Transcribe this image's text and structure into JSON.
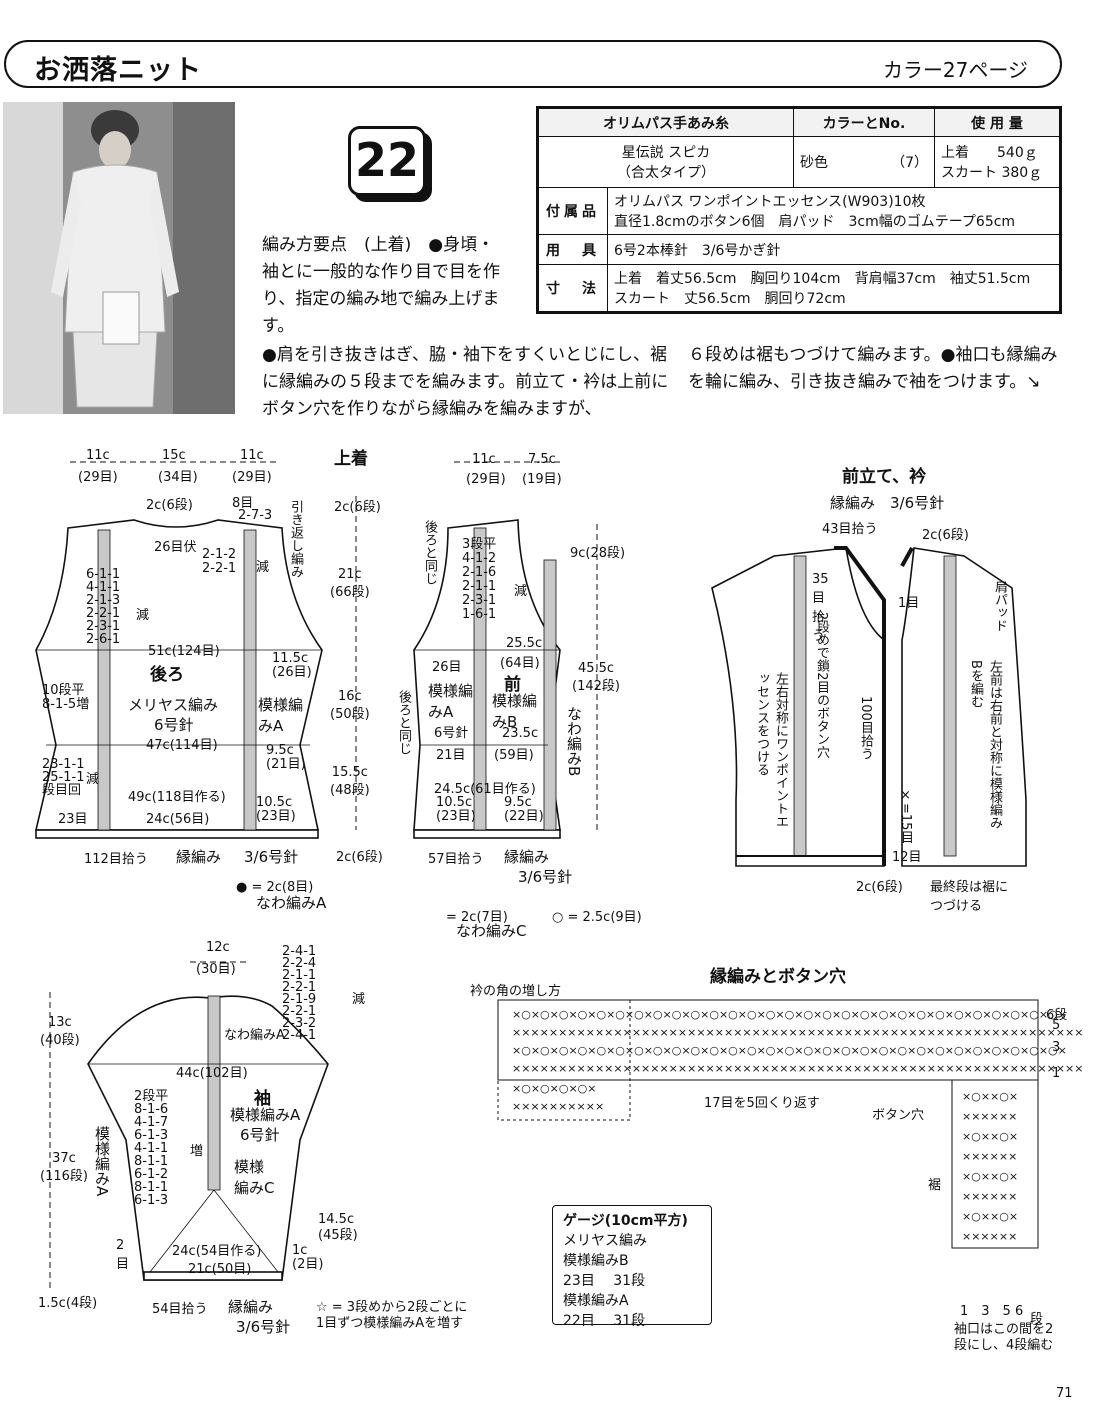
{
  "header": {
    "title": "お洒落ニット",
    "color_page": "カラー27ページ"
  },
  "pattern_number": "22",
  "spec_table": {
    "col1_header": "オリムパス手あみ糸",
    "col2_header": "カラーとNo.",
    "col3_header": "使 用 量",
    "yarn_name": "星伝説 スピカ",
    "yarn_type": "（合太タイプ）",
    "color": "砂色",
    "color_no": "（7）",
    "usage_top": "上着　　540ｇ",
    "usage_skirt": "スカート 380ｇ",
    "accessories_label": "付属品",
    "accessories_1": "オリムパス ワンポイントエッセンス(W903)10枚",
    "accessories_2": "直径1.8cmのボタン6個　肩パッド　3cm幅のゴムテープ65cm",
    "tools_label": "用　具",
    "tools": "6号2本棒針　3/6号かぎ針",
    "size_label": "寸　法",
    "size_top": "上着　着丈56.5cm　胸回り104cm　背肩幅37cm　袖丈51.5cm",
    "size_skirt": "スカート　丈56.5cm　胴回り72cm"
  },
  "instructions": {
    "p1": "編み方要点　(上着)　●身頃・袖とに一般的な作り目で目を作り、指定の編み地で編み上げます。",
    "p2": "●肩を引き抜きはぎ、脇・袖下をすくいとじにし、裾に縁編みの５段までを編みます。前立て・衿は上前にボタン穴を作りながら縁編みを編みますが、",
    "p3": "６段めは裾もつづけて編みます。●袖口も縁編みを輪に編み、引き抜き編みで袖をつけます。↘"
  },
  "body_diagram": {
    "title": "上着",
    "back": {
      "label": "後ろ",
      "stitch": "メリヤス編み",
      "needle": "6号針",
      "pattern_a": "模様編みA",
      "top_11a": "11c",
      "top_11a_st": "(29目)",
      "top_15": "15c",
      "top_15_st": "(34目)",
      "top_11b": "11c",
      "top_11b_st": "(29目)",
      "neck_rows": "2c(6段)",
      "shoulder_st": "8目",
      "shoulder_shape": "2-7-3",
      "short_rows": "引き返し編み",
      "neck_bind": "26目伏",
      "neck_dec": "2-1-2\n2-2-1",
      "dec_label": "減",
      "armhole_dec": "6-1-1\n4-1-1\n2-1-3\n2-2-1\n2-3-1\n2-6-1",
      "armhole_dec_label": "減",
      "chest": "51c(124目)",
      "side_pattern": "11.5c\n(26目)",
      "inc": "10段平\n8-1-5増",
      "waist": "47c(114目)",
      "side_pattern2": "9.5c\n(21目)",
      "dec2": "23-1-1\n25-1-1\n段目回",
      "dec2_label": "減",
      "cast_on": "49c(118目作る)",
      "bottom_side": "23目",
      "bottom_mid": "24c(56目)",
      "bottom_right": "10.5c\n(23目)",
      "pickup": "112目拾う",
      "edging": "縁編み",
      "edging_needle": "3/6号針",
      "legend_a": "● = 2c(8目)",
      "legend_a2": "なわ編みA"
    },
    "heights": {
      "h1": "2c(6段)",
      "h2": "21c\n(66段)",
      "h3": "16c\n(50段)",
      "h4": "15.5c\n(48段)",
      "h5": "2c(6段)"
    },
    "front": {
      "label": "前",
      "top_11": "11c",
      "top_11_st": "(29目)",
      "top_75": "7.5c",
      "top_75_st": "(19目)",
      "same_as_back": "後ろと同じ",
      "neck_shape": "3段平\n4-1-2\n2-1-6\n2-1-1\n2-3-1\n1-6-1",
      "neck_dec": "減",
      "neck_height": "9c(28段)",
      "chest": "25.5c",
      "chest_st": "(64目)",
      "side_st": "26目",
      "pattern_a": "模様編みA",
      "needle": "6号針",
      "pattern_b": "模様編みB",
      "cable_b": "なわ編みB",
      "pattern_b_w": "23.5c",
      "pattern_b_st": "(59目)",
      "side_st2": "21目",
      "same_as_back2": "後ろと同じ",
      "cast_on": "24.5c(61目作る)",
      "bot_left": "10.5c\n(23目)",
      "bot_right": "9.5c\n(22目)",
      "total_h": "45.5c\n(142段)",
      "pickup": "57目拾う",
      "edging": "縁編み",
      "edging_needle": "3/6号針",
      "legend_c": "= 2c(7目)",
      "legend_c2": "なわ編みC",
      "legend_o": "○ = 2.5c(9目)"
    }
  },
  "front_band_diagram": {
    "title": "前立て、衿",
    "edging": "縁編み　3/6号針",
    "pickup_43": "43目拾う",
    "rows_2c": "2c(6段)",
    "pickup_35": "35目拾う",
    "row_1": "1目",
    "buttonhole_note": "2段めで鎖2目のボタン穴",
    "shoulder_pad": "肩パッド",
    "essence_note": "左右対称にワンポイントエッセンスをつける",
    "pickup_100": "100目拾う",
    "mirror_note": "左前は右前と対称に模様編みBを編む",
    "x_15": "×=15目",
    "row_12": "12目",
    "bottom_rows": "2c(6段)",
    "last_row_note": "最終段は裾につづける"
  },
  "sleeve_diagram": {
    "label": "袖",
    "top_w": "12c",
    "top_st": "(30目)",
    "cap_shape": "2-4-1\n2-2-4\n2-1-1\n2-2-1\n2-1-9\n2-2-1\n2-3-2\n2-4-1",
    "cap_dec": "減",
    "cable_a": "なわ編みA",
    "width": "44c(102目)",
    "pattern_a": "模様編みA",
    "needle": "6号針",
    "pattern_c": "模様編みC",
    "inc_shape": "2段平\n8-1-6\n4-1-7\n6-1-3\n4-1-1\n8-1-1\n6-1-2\n8-1-1\n6-1-3",
    "inc_label": "増",
    "side_pattern": "模様編みA",
    "cap_h": "13c\n(40段)",
    "body_h": "37c\n(116段)",
    "cuff_h": "1.5c(4段)",
    "two_st": "2目",
    "cast_on": "24c(54目作る)",
    "bottom": "21c(50目)",
    "right_14": "14.5c\n(45段)",
    "right_1": "1c\n(2目)",
    "pickup": "54目拾う",
    "edging": "縁編み",
    "edging_needle": "3/6号針",
    "star_note": "☆ = 3段めから2段ごとに1目ずつ模様編みAを増す"
  },
  "edging_chart": {
    "title": "縁編みとボタン穴",
    "corner_note": "衿の角の増し方",
    "row_6": "6段",
    "row_5": "5",
    "row_3": "3",
    "row_1": "1",
    "repeat": "17目を5回くり返す",
    "buttonhole": "ボタン穴",
    "hem": "裾",
    "row_nums": "1　3　5 6",
    "row_unit": "段",
    "cuff_note": "袖口はこの間を2段にし、4段編む"
  },
  "gauge": {
    "title": "ゲージ(10cm平方)",
    "l1": "メリヤス編み",
    "l2": "模様編みB",
    "l3": "23目　 31段",
    "l4": "模様編みA",
    "l5": "22目　 31段"
  },
  "page_number": "71"
}
